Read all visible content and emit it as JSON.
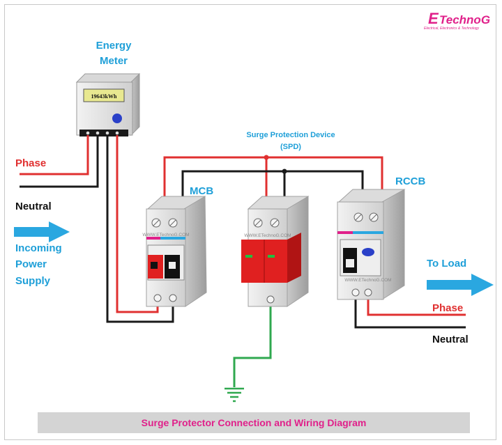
{
  "brand": {
    "logo_text": "ETechnoG",
    "tagline": "Electrical, Electronics & Technology"
  },
  "labels": {
    "energy_meter_line1": "Energy",
    "energy_meter_line2": "Meter",
    "meter_reading": "19643kWh",
    "phase_in": "Phase",
    "neutral_in": "Neutral",
    "incoming_line1": "Incoming",
    "incoming_line2": "Power",
    "incoming_line3": "Supply",
    "mcb": "MCB",
    "spd_line1": "Surge Protection Device",
    "spd_line2": "(SPD)",
    "rccb": "RCCB",
    "to_load": "To Load",
    "phase_out": "Phase",
    "neutral_out": "Neutral",
    "watermark": "WWW.ETechnoG.COM"
  },
  "footer": {
    "caption": "Surge Protector Connection and Wiring Diagram"
  },
  "colors": {
    "phase_wire": "#e03030",
    "neutral_wire": "#1a1a1a",
    "earth_wire": "#2fa84f",
    "label_blue": "#1e9fd8",
    "label_red": "#e03030",
    "spd_red": "#e02020",
    "arrow_blue": "#2aa7e0",
    "footer_bg": "#d4d4d4",
    "footer_text": "#e0208a",
    "device_body": "#e6e6e6"
  }
}
